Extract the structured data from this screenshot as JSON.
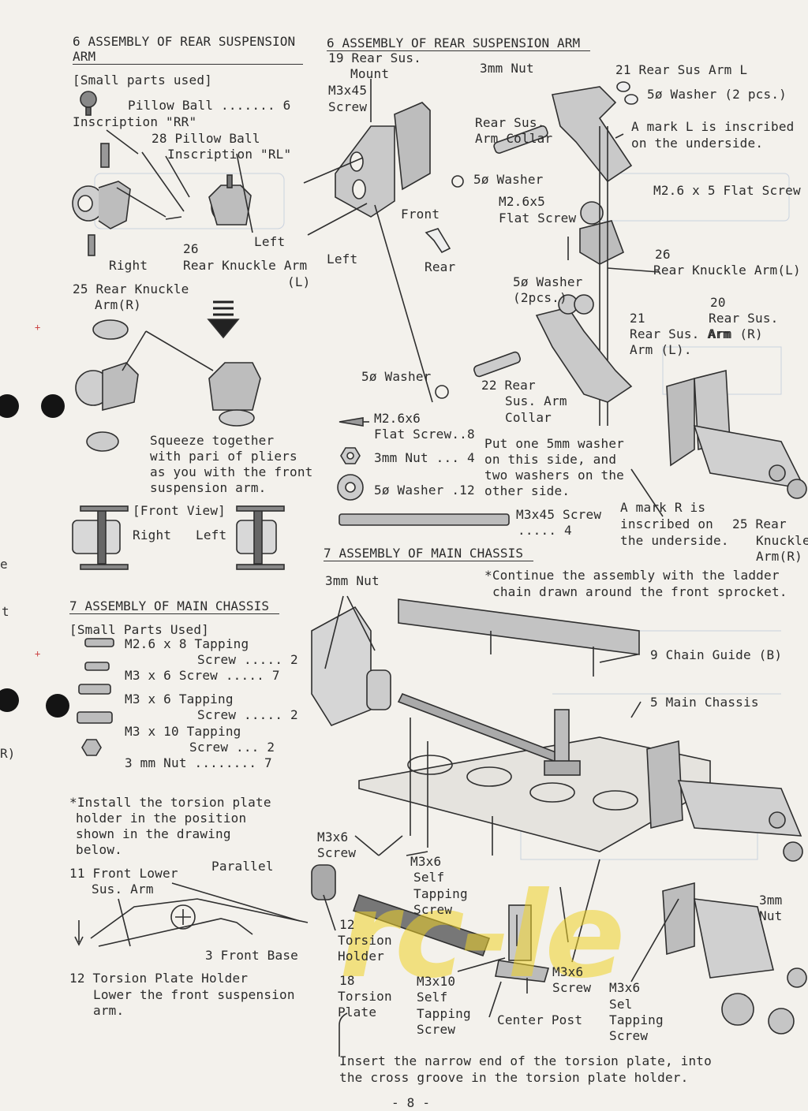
{
  "page_number": "- 8 -",
  "watermark": "rc-le",
  "left_column": {
    "heading_rear_arm_1": "6 ASSEMBLY OF REAR SUSPENSION",
    "heading_rear_arm_2": "ARM",
    "small_parts_title": "[Small parts used]",
    "pillow_ball_rr": "Pillow Ball ....... 6",
    "inscription_rr": "Inscription \"RR\"",
    "pillow_ball_rl": "28 Pillow Ball",
    "inscription_rl": "Inscription \"RL\"",
    "label_left": "Left",
    "label_right": "Right",
    "knuckle_l_1": "26",
    "knuckle_l_2": "Rear Knuckle Arm",
    "knuckle_l_3": "(L)",
    "knuckle_r_1": "25 Rear Knuckle",
    "knuckle_r_2": "Arm(R)",
    "squeeze_1": "Squeeze together",
    "squeeze_2": "with pari of pliers",
    "squeeze_3": "as you with the front",
    "squeeze_4": "suspension arm.",
    "front_view": "[Front View]",
    "fv_right": "Right",
    "fv_left": "Left",
    "heading_chassis": "7 ASSEMBLY OF MAIN CHASSIS",
    "small_parts_used": "[Small Parts Used]",
    "parts": [
      {
        "line1": "M2.6 x 8 Tapping",
        "line2": "Screw ..... 2"
      },
      {
        "line1": "M3 x 6 Screw ..... 7",
        "line2": ""
      },
      {
        "line1": "M3 x 6 Tapping",
        "line2": "Screw ..... 2"
      },
      {
        "line1": "M3 x 10 Tapping",
        "line2": "Screw ... 2"
      },
      {
        "line1": "3 mm Nut ........ 7",
        "line2": ""
      }
    ],
    "install_1": "*Install the torsion plate",
    "install_2": "holder in the position",
    "install_3": "shown in the drawing",
    "install_4": "below.",
    "parallel": "Parallel",
    "front_lower_1": "11 Front Lower",
    "front_lower_2": "Sus. Arm",
    "front_base": "3 Front Base",
    "tph_1": "12 Torsion Plate Holder",
    "tph_2": "Lower the front suspension",
    "tph_3": "arm."
  },
  "right_column": {
    "heading_rear_arm": "6 ASSEMBLY OF REAR SUSPENSION ARM",
    "mount_1": "19 Rear Sus.",
    "mount_2": "Mount",
    "m3x45_1": "M3x45",
    "m3x45_2": "Screw",
    "nut_3mm": "3mm Nut",
    "arm_l": "21 Rear Sus Arm L",
    "washer_2pcs": "5ø Washer (2 pcs.)",
    "mark_l_1": "A mark L is inscribed",
    "mark_l_2": "on the underside.",
    "collar_1": "Rear Sus.",
    "collar_2": "Arm Collar",
    "washer_5": "5ø Washer",
    "flat_screw_top": "M2.6 x 5 Flat Screw",
    "m26x5_1": "M2.6x5",
    "m26x5_2": "Flat Screw",
    "front": "Front",
    "rear": "Rear",
    "left": "Left",
    "knuckle_26_num": "26",
    "knuckle_26": "Rear Knuckle Arm(L)",
    "washer_2pcs_b_1": "5ø Washer",
    "washer_2pcs_b_2": "(2pcs.)",
    "arm_r_num": "20",
    "arm_r_1": "Rear Sus.",
    "arm_r_2": "Arm (R)",
    "arm_l2_1": "21",
    "arm_l2_2": "Rear Sus. Arm",
    "arm_l2_3": "Arm (L).",
    "washer_bottom": "5ø Washer",
    "collar_22_1": "22 Rear",
    "collar_22_2": "Sus. Arm",
    "collar_22_3": "Collar",
    "legend_flat": "M2.6x6",
    "legend_flat_2": "Flat Screw..8",
    "legend_nut": "3mm Nut ... 4",
    "legend_washer": "5ø Washer .12",
    "put_1": "Put one 5mm washer",
    "put_2": "on this side, and",
    "put_3": "two washers on the",
    "put_4": "other side.",
    "mark_r_1": "A mark R is",
    "mark_r_2": "inscribed on",
    "mark_r_3": "the underside.",
    "knuckle_25_1": "25 Rear",
    "knuckle_25_2": "Knuckle",
    "knuckle_25_3": "Arm(R)",
    "m3x45_legend": "M3x45 Screw",
    "m3x45_legend_2": "..... 4",
    "heading_chassis": "7 ASSEMBLY OF MAIN CHASSIS",
    "continue_1": "*Continue the assembly with the ladder",
    "continue_2": "chain drawn around the front sprocket.",
    "nut_3mm_b": "3mm Nut",
    "chain_guide": "9 Chain Guide (B)",
    "main_chassis": "5 Main Chassis",
    "m3x6_screw_1": "M3x6",
    "m3x6_screw_2": "Screw",
    "m3x6_self_1": "M3x6",
    "m3x6_self_2": "Self",
    "m3x6_self_3": "Tapping",
    "m3x6_self_4": "Screw",
    "torsion_holder_1": "12",
    "torsion_holder_2": "Torsion",
    "torsion_holder_3": "Holder",
    "torsion_plate_1": "18",
    "torsion_plate_2": "Torsion",
    "torsion_plate_3": "Plate",
    "m3x10_1": "M3x10",
    "m3x10_2": "Self",
    "m3x10_3": "Tapping",
    "m3x10_4": "Screw",
    "center_post": "Center Post",
    "m3x6_b_1": "M3x6",
    "m3x6_b_2": "Screw",
    "m3x6_sel_1": "M3x6",
    "m3x6_sel_2": "Sel",
    "m3x6_sel_3": "Tapping",
    "m3x6_sel_4": "Screw",
    "nut_right_1": "3mm",
    "nut_right_2": "Nut",
    "insert_1": "Insert the narrow end of the torsion plate, into",
    "insert_2": "the cross groove in the torsion plate holder."
  },
  "edge_bleed": [
    "e",
    "t",
    "R)"
  ]
}
